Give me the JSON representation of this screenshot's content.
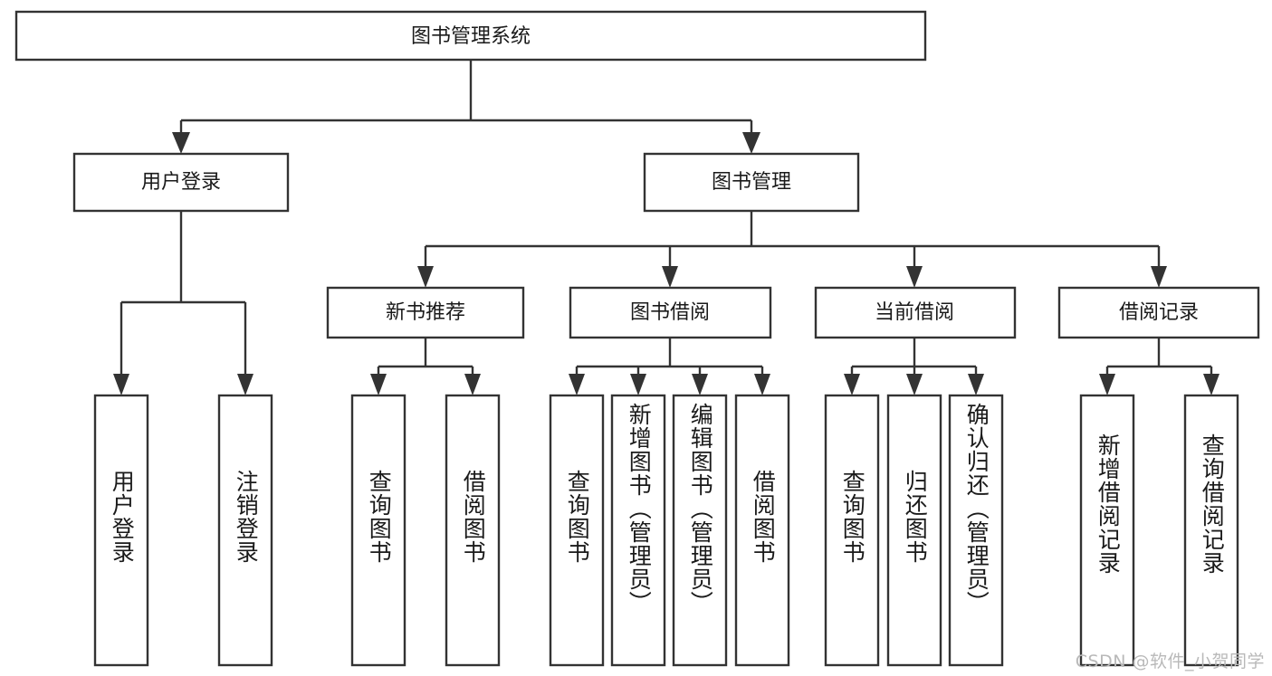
{
  "diagram": {
    "type": "tree",
    "title": "图书管理系统",
    "watermark": "CSDN @软件_小贺同学",
    "nodes": {
      "root": {
        "label": "图书管理系统"
      },
      "level2": [
        {
          "id": "user-login",
          "label": "用户登录"
        },
        {
          "id": "book-management",
          "label": "图书管理"
        }
      ],
      "level3": [
        {
          "id": "new-book-recommend",
          "label": "新书推荐",
          "parent": "book-management"
        },
        {
          "id": "book-borrow",
          "label": "图书借阅",
          "parent": "book-management"
        },
        {
          "id": "current-borrow",
          "label": "当前借阅",
          "parent": "book-management"
        },
        {
          "id": "borrow-record",
          "label": "借阅记录",
          "parent": "book-management"
        }
      ],
      "leaves": [
        {
          "id": "leaf-user-login",
          "label": "用户登录",
          "parent": "user-login"
        },
        {
          "id": "leaf-logout-login",
          "label": "注销登录",
          "parent": "user-login"
        },
        {
          "id": "leaf-query-book-1",
          "label": "查询图书",
          "parent": "new-book-recommend"
        },
        {
          "id": "leaf-borrow-book-1",
          "label": "借阅图书",
          "parent": "new-book-recommend"
        },
        {
          "id": "leaf-query-book-2",
          "label": "查询图书",
          "parent": "book-borrow"
        },
        {
          "id": "leaf-add-book",
          "label": "新增图书（管理员）",
          "parent": "book-borrow"
        },
        {
          "id": "leaf-edit-book",
          "label": "编辑图书（管理员）",
          "parent": "book-borrow"
        },
        {
          "id": "leaf-borrow-book-2",
          "label": "借阅图书",
          "parent": "book-borrow"
        },
        {
          "id": "leaf-query-book-3",
          "label": "查询图书",
          "parent": "current-borrow"
        },
        {
          "id": "leaf-return-book",
          "label": "归还图书",
          "parent": "current-borrow"
        },
        {
          "id": "leaf-confirm-return",
          "label": "确认归还（管理员）",
          "parent": "current-borrow"
        },
        {
          "id": "leaf-add-record",
          "label": "新增借阅记录",
          "parent": "borrow-record"
        },
        {
          "id": "leaf-query-record",
          "label": "查询借阅记录",
          "parent": "borrow-record"
        }
      ]
    },
    "colors": {
      "stroke": "#333333",
      "fill": "#ffffff",
      "text": "#1a1a1a",
      "watermark": "#b9b9b9"
    }
  }
}
